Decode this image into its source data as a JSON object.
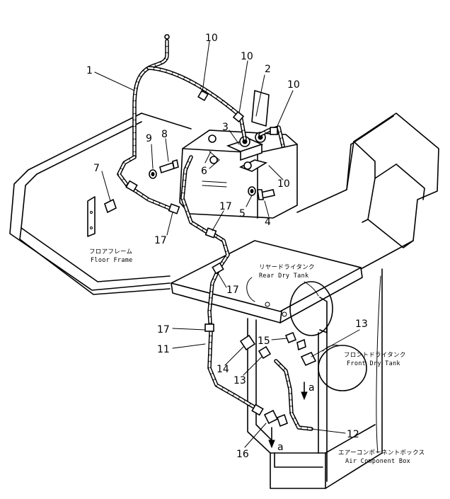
{
  "callouts": [
    {
      "id": "c1",
      "text": "1"
    },
    {
      "id": "c2",
      "text": "2"
    },
    {
      "id": "c3",
      "text": "3"
    },
    {
      "id": "c4",
      "text": "4"
    },
    {
      "id": "c5",
      "text": "5"
    },
    {
      "id": "c6",
      "text": "6"
    },
    {
      "id": "c7",
      "text": "7"
    },
    {
      "id": "c8",
      "text": "8"
    },
    {
      "id": "c9",
      "text": "9"
    },
    {
      "id": "c10a",
      "text": "10"
    },
    {
      "id": "c10b",
      "text": "10"
    },
    {
      "id": "c10c",
      "text": "10"
    },
    {
      "id": "c10d",
      "text": "10"
    },
    {
      "id": "c11",
      "text": "11"
    },
    {
      "id": "c12",
      "text": "12"
    },
    {
      "id": "c13a",
      "text": "13"
    },
    {
      "id": "c13b",
      "text": "13"
    },
    {
      "id": "c14",
      "text": "14"
    },
    {
      "id": "c15",
      "text": "15"
    },
    {
      "id": "c16",
      "text": "16"
    },
    {
      "id": "c17a",
      "text": "17"
    },
    {
      "id": "c17b",
      "text": "17"
    },
    {
      "id": "c17c",
      "text": "17"
    },
    {
      "id": "c17d",
      "text": "17"
    },
    {
      "id": "ca1",
      "text": "a"
    },
    {
      "id": "ca2",
      "text": "a"
    }
  ],
  "labels": {
    "floor_frame_jp": "フロアフレーム",
    "floor_frame_en": "Floor Frame",
    "rear_tank_jp": "リヤードライタンク",
    "rear_tank_en": "Rear Dry Tank",
    "front_tank_jp": "フロントドライタンク",
    "front_tank_en": "Front Dry Tank",
    "air_box_jp": "エアーコンポーネントボックス",
    "air_box_en": "Air Component Box"
  }
}
